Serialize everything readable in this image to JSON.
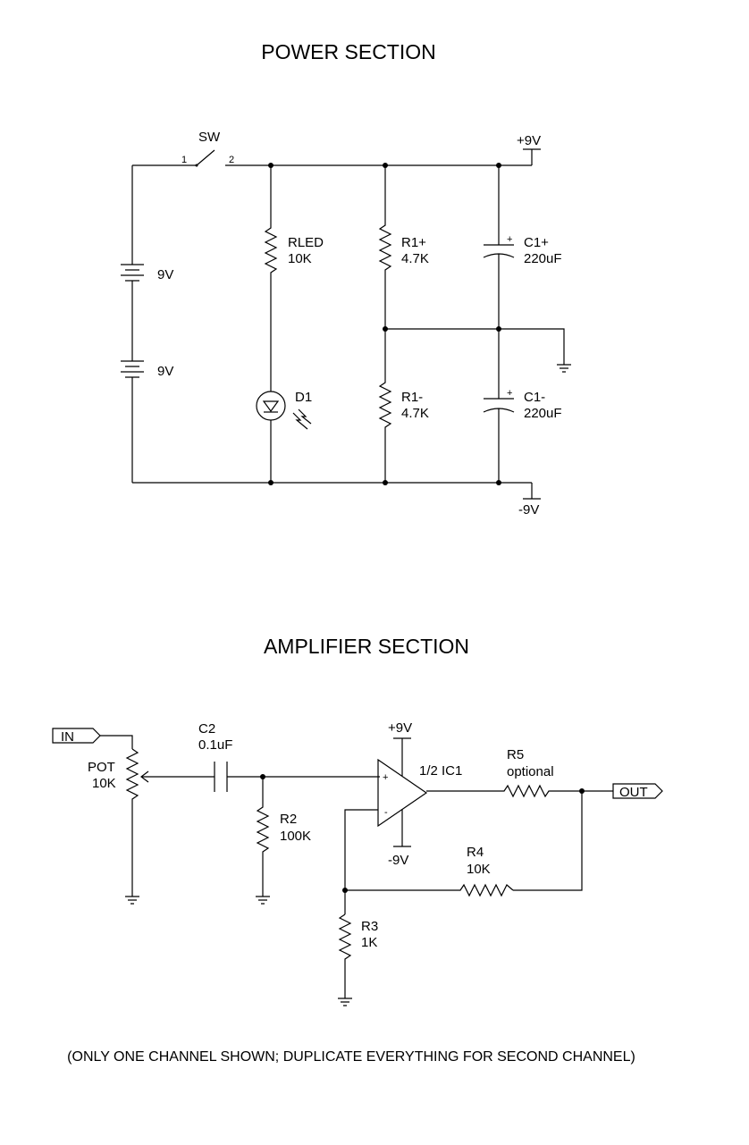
{
  "power_section": {
    "title": "POWER SECTION",
    "switch": {
      "name": "SW",
      "pin1": "1",
      "pin2": "2"
    },
    "battery_top": {
      "value": "9V"
    },
    "battery_bottom": {
      "value": "9V"
    },
    "rled": {
      "name": "RLED",
      "value": "10K"
    },
    "led": {
      "name": "D1"
    },
    "r1_plus": {
      "name": "R1+",
      "value": "4.7K"
    },
    "r1_minus": {
      "name": "R1-",
      "value": "4.7K"
    },
    "c1_plus": {
      "name": "C1+",
      "value": "220uF",
      "polarity": "+"
    },
    "c1_minus": {
      "name": "C1-",
      "value": "220uF",
      "polarity": "+"
    },
    "rail_pos": "+9V",
    "rail_neg": "-9V"
  },
  "amplifier_section": {
    "title": "AMPLIFIER SECTION",
    "input_port": "IN",
    "output_port": "OUT",
    "pot": {
      "name": "POT",
      "value": "10K"
    },
    "c2": {
      "name": "C2",
      "value": "0.1uF"
    },
    "r2": {
      "name": "R2",
      "value": "100K"
    },
    "r3": {
      "name": "R3",
      "value": "1K"
    },
    "r4": {
      "name": "R4",
      "value": "10K"
    },
    "r5": {
      "name": "R5",
      "value": "optional"
    },
    "opamp": {
      "name": "1/2 IC1",
      "plus": "+",
      "minus": "-",
      "supply_pos": "+9V",
      "supply_neg": "-9V"
    }
  },
  "footnote": "(ONLY ONE CHANNEL SHOWN; DUPLICATE EVERYTHING FOR SECOND CHANNEL)"
}
